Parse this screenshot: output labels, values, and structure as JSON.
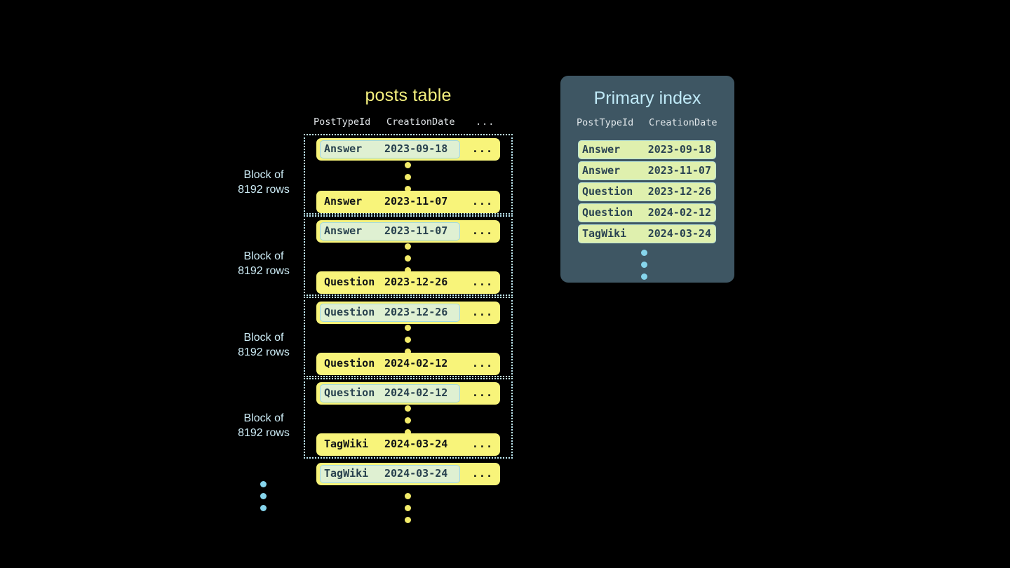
{
  "posts_table": {
    "title": "posts table",
    "columns": [
      "PostTypeId",
      "CreationDate",
      "..."
    ],
    "blocks": [
      {
        "label_line1": "Block of",
        "label_line2": "8192 rows",
        "first_row": {
          "type": "Answer",
          "date": "2023-09-18",
          "rest": "...",
          "marked": true
        },
        "last_row": {
          "type": "Answer",
          "date": "2023-11-07",
          "rest": "...",
          "marked": false
        }
      },
      {
        "label_line1": "Block of",
        "label_line2": "8192 rows",
        "first_row": {
          "type": "Answer",
          "date": "2023-11-07",
          "rest": "...",
          "marked": true
        },
        "last_row": {
          "type": "Question",
          "date": "2023-12-26",
          "rest": "...",
          "marked": false
        }
      },
      {
        "label_line1": "Block of",
        "label_line2": "8192 rows",
        "first_row": {
          "type": "Question",
          "date": "2023-12-26",
          "rest": "...",
          "marked": true
        },
        "last_row": {
          "type": "Question",
          "date": "2024-02-12",
          "rest": "...",
          "marked": false
        }
      },
      {
        "label_line1": "Block of",
        "label_line2": "8192 rows",
        "first_row": {
          "type": "Question",
          "date": "2024-02-12",
          "rest": "...",
          "marked": true
        },
        "last_row": {
          "type": "TagWiki",
          "date": "2024-03-24",
          "rest": "...",
          "marked": false
        }
      }
    ],
    "trailing_row": {
      "type": "TagWiki",
      "date": "2024-03-24",
      "rest": "...",
      "marked": true
    }
  },
  "primary_index": {
    "title": "Primary index",
    "columns": [
      "PostTypeId",
      "CreationDate"
    ],
    "rows": [
      {
        "type": "Answer",
        "date": "2023-09-18"
      },
      {
        "type": "Answer",
        "date": "2023-11-07"
      },
      {
        "type": "Question",
        "date": "2023-12-26"
      },
      {
        "type": "Question",
        "date": "2024-02-12"
      },
      {
        "type": "TagWiki",
        "date": "2024-03-24"
      }
    ]
  },
  "colors": {
    "background": "#000000",
    "row_yellow": "#f8f47a",
    "marked_green": "#dff0d2",
    "index_panel": "#3e5663",
    "index_row_green": "#dff0ae",
    "accent_cyan": "#bfeaf5",
    "title_yellow": "#f5f07e",
    "dot_yellow": "#f3ec6a",
    "dot_cyan": "#86d5ec"
  }
}
